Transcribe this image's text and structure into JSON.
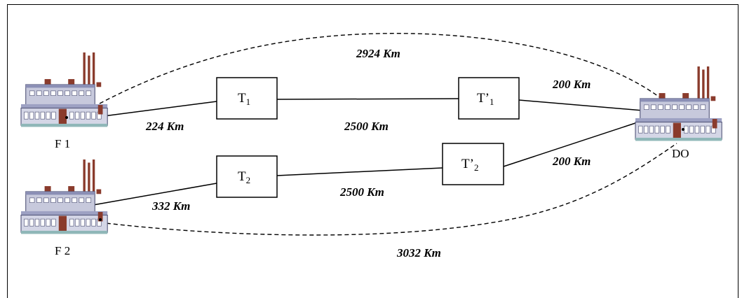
{
  "nodes": {
    "f1": {
      "label": "F 1"
    },
    "f2": {
      "label": "F 2"
    },
    "do": {
      "label": "DO"
    },
    "t1": {
      "label": "T",
      "sub": "1"
    },
    "t2": {
      "label": "T",
      "sub": "2"
    },
    "tp1": {
      "label": "T’",
      "sub": "1"
    },
    "tp2": {
      "label": "T’",
      "sub": "2"
    }
  },
  "distances": {
    "f1_t1": "224 Km",
    "t1_tp1": "2500 Km",
    "tp1_do": "200 Km",
    "f1_do_direct": "2924 Km",
    "f2_t2": "332 Km",
    "t2_tp2": "2500 Km",
    "tp2_do": "200 Km",
    "f2_do_direct": "3032 Km"
  }
}
